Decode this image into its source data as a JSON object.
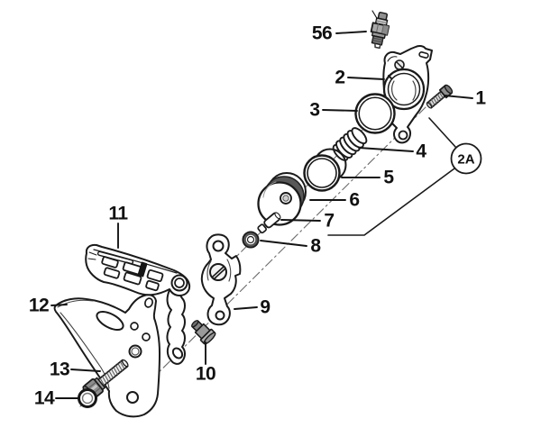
{
  "figure": {
    "type": "exploded-parts-diagram",
    "background": "#ffffff",
    "ink": "#1a1a1a",
    "axis_color": "#6b6b6b",
    "callouts": {
      "c1": "1",
      "c2": "2",
      "c3": "3",
      "c4": "4",
      "c5": "5",
      "c6": "6",
      "c7": "7",
      "c8": "8",
      "c9": "9",
      "c10": "10",
      "c11": "11",
      "c12": "12",
      "c13": "13",
      "c14": "14",
      "c56": "56",
      "c2a": "2A"
    },
    "shape_names": {
      "1": "screw",
      "2": "pump-housing",
      "3": "large-o-ring",
      "4": "coil-spring",
      "5": "piston-ring-pair",
      "6": "piston",
      "7": "pin",
      "8": "seal-ring",
      "9": "pivot-lever",
      "10": "flange-nut",
      "11": "slotted-guide-plate",
      "12": "guard-plate",
      "13": "collar-bolt",
      "14": "small-o-ring",
      "56": "spark-plug",
      "2A": "sub-assembly-badge"
    }
  }
}
